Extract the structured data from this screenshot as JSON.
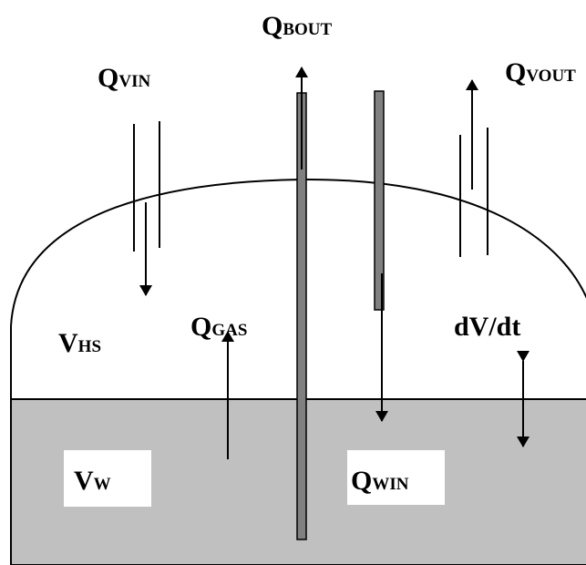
{
  "colors": {
    "water": "#c0c0c0",
    "pipe": "#808080",
    "line": "#000000",
    "label_bg": "#ffffff"
  },
  "labels": {
    "q_bout": {
      "main": "Q",
      "sub": "BOUT"
    },
    "q_vin": {
      "main": "Q",
      "sub": "VIN"
    },
    "q_vout": {
      "main": "Q",
      "sub": "VOUT"
    },
    "v_hs": {
      "main": "V",
      "sub": "HS"
    },
    "q_gas": {
      "main": "Q",
      "sub": "GAS"
    },
    "dv_dt": {
      "text": "dV/dt"
    },
    "v_w": {
      "main": "V",
      "sub": "W"
    },
    "q_win": {
      "main": "Q",
      "sub": "WIN"
    }
  }
}
